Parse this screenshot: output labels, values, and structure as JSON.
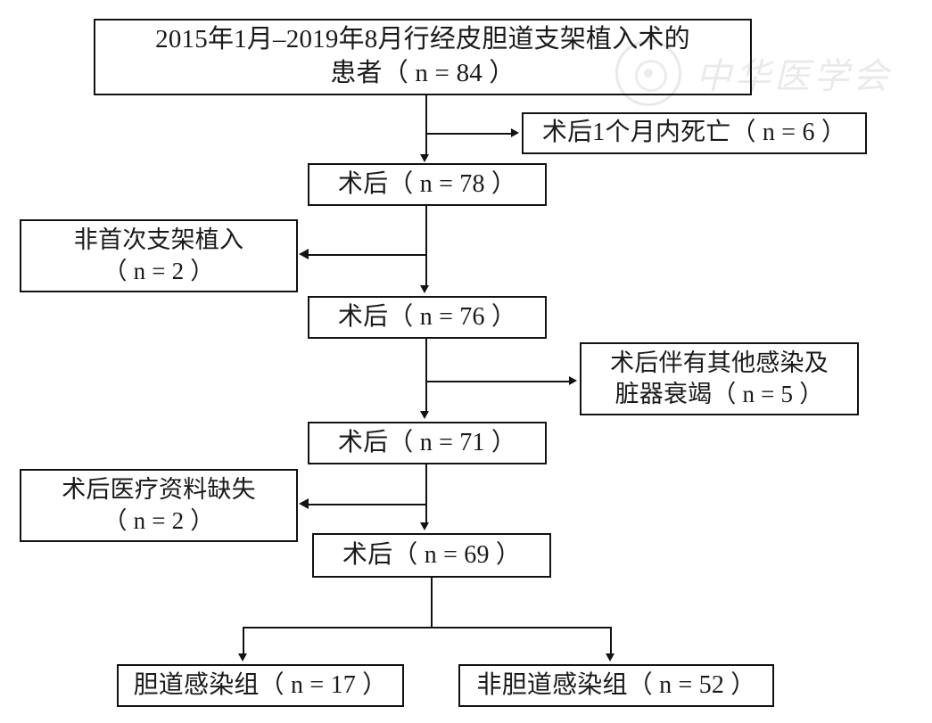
{
  "figure": {
    "type": "flowchart",
    "title": "",
    "watermark": {
      "text": "中华医学会",
      "seal_label": "seal-emblem"
    }
  },
  "nodes": {
    "cohort": {
      "label": "2015年1月–2019年8月行经皮胆道支架植入术的\n患者（ n = 84 ）",
      "n": 84
    },
    "exclusion_death": {
      "label": "术后1个月内死亡（ n = 6 ）",
      "n": 6
    },
    "post_78": {
      "label": "术后（ n = 78 ）",
      "n": 78
    },
    "exclusion_nonfirst": {
      "label": "非首次支架植入\n（ n = 2 ）",
      "n": 2
    },
    "post_76": {
      "label": "术后（ n = 76 ）",
      "n": 76
    },
    "exclusion_otherinfection": {
      "label": "术后伴有其他感染及\n脏器衰竭（ n = 5 ）",
      "n": 5
    },
    "post_71": {
      "label": "术后（ n = 71 ）",
      "n": 71
    },
    "exclusion_missingdata": {
      "label": "术后医疗资料缺失\n（ n = 2 ）",
      "n": 2
    },
    "post_69": {
      "label": "术后（ n = 69 ）",
      "n": 69
    },
    "group_infection": {
      "label": "胆道感染组（ n = 17 ）",
      "n": 17
    },
    "group_noninfection": {
      "label": "非胆道感染组（ n = 52 ）",
      "n": 52
    }
  },
  "colors": {
    "stroke": "#121212",
    "background": "#ffffff",
    "watermark": "#bcbcc0"
  }
}
